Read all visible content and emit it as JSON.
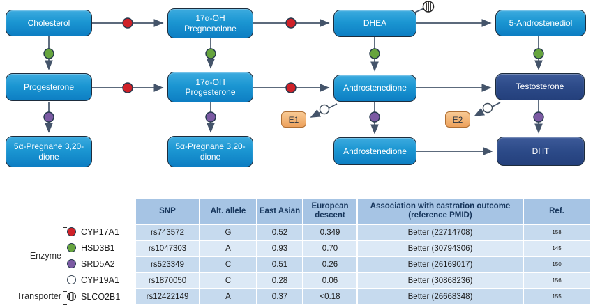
{
  "diagram": {
    "nodes": {
      "cholesterol": "Cholesterol",
      "oh_pregnenolone": "17α-OH Pregnenolone",
      "dhea": "DHEA",
      "androstenediol": "5-Androstenediol",
      "progesterone": "Progesterone",
      "oh_progesterone": "17α-OH Progesterone",
      "androstenedione": "Androstenedione",
      "testosterone": "Testosterone",
      "pregnane_dione_1": "5α-Pregnane 3,20-dione",
      "pregnane_dione_2": "5α-Pregnane 3,20-dione",
      "androstenedione_2": "Androstenedione",
      "dht": "DHT",
      "e1": "E1",
      "e2": "E2"
    },
    "colors": {
      "light_box": "#1590cd",
      "dark_box": "#2c4a88",
      "e_box": "#f0ad6e",
      "arrow": "#44546a",
      "marker_red": "#cf2128",
      "marker_green": "#66a43e",
      "marker_purple": "#7b5aa3",
      "table_header_bg": "#a6c4e4",
      "row_dark_bg": "#c6daee",
      "row_light_bg": "#dce9f6"
    }
  },
  "legend": {
    "enzyme_label": "Enzyme",
    "transporter_label": "Transporter"
  },
  "table": {
    "headers": {
      "snp": "SNP",
      "alt_allele": "Alt. allele",
      "east_asian": "East Asian",
      "european": "European descent",
      "association": "Association with castration outcome (reference PMID)",
      "ref": "Ref."
    },
    "rows": [
      {
        "gene": "CYP17A1",
        "marker": "red",
        "snp": "rs743572",
        "alt_allele": "G",
        "east_asian": "0.52",
        "european": "0.349",
        "association": "Better (22714708)",
        "ref": "158"
      },
      {
        "gene": "HSD3B1",
        "marker": "green",
        "snp": "rs1047303",
        "alt_allele": "A",
        "east_asian": "0.93",
        "european": "0.70",
        "association": "Better (30794306)",
        "ref": "145"
      },
      {
        "gene": "SRD5A2",
        "marker": "purple",
        "snp": "rs523349",
        "alt_allele": "C",
        "east_asian": "0.51",
        "european": "0.26",
        "association": "Better (26169017)",
        "ref": "150"
      },
      {
        "gene": "CYP19A1",
        "marker": "open",
        "snp": "rs1870050",
        "alt_allele": "C",
        "east_asian": "0.28",
        "european": "0.06",
        "association": "Better (30868236)",
        "ref": "156"
      },
      {
        "gene": "SLCO2B1",
        "marker": "striped",
        "snp": "rs12422149",
        "alt_allele": "A",
        "east_asian": "0.37",
        "european": "<0.18",
        "association": "Better (26668348)",
        "ref": "155"
      }
    ]
  }
}
